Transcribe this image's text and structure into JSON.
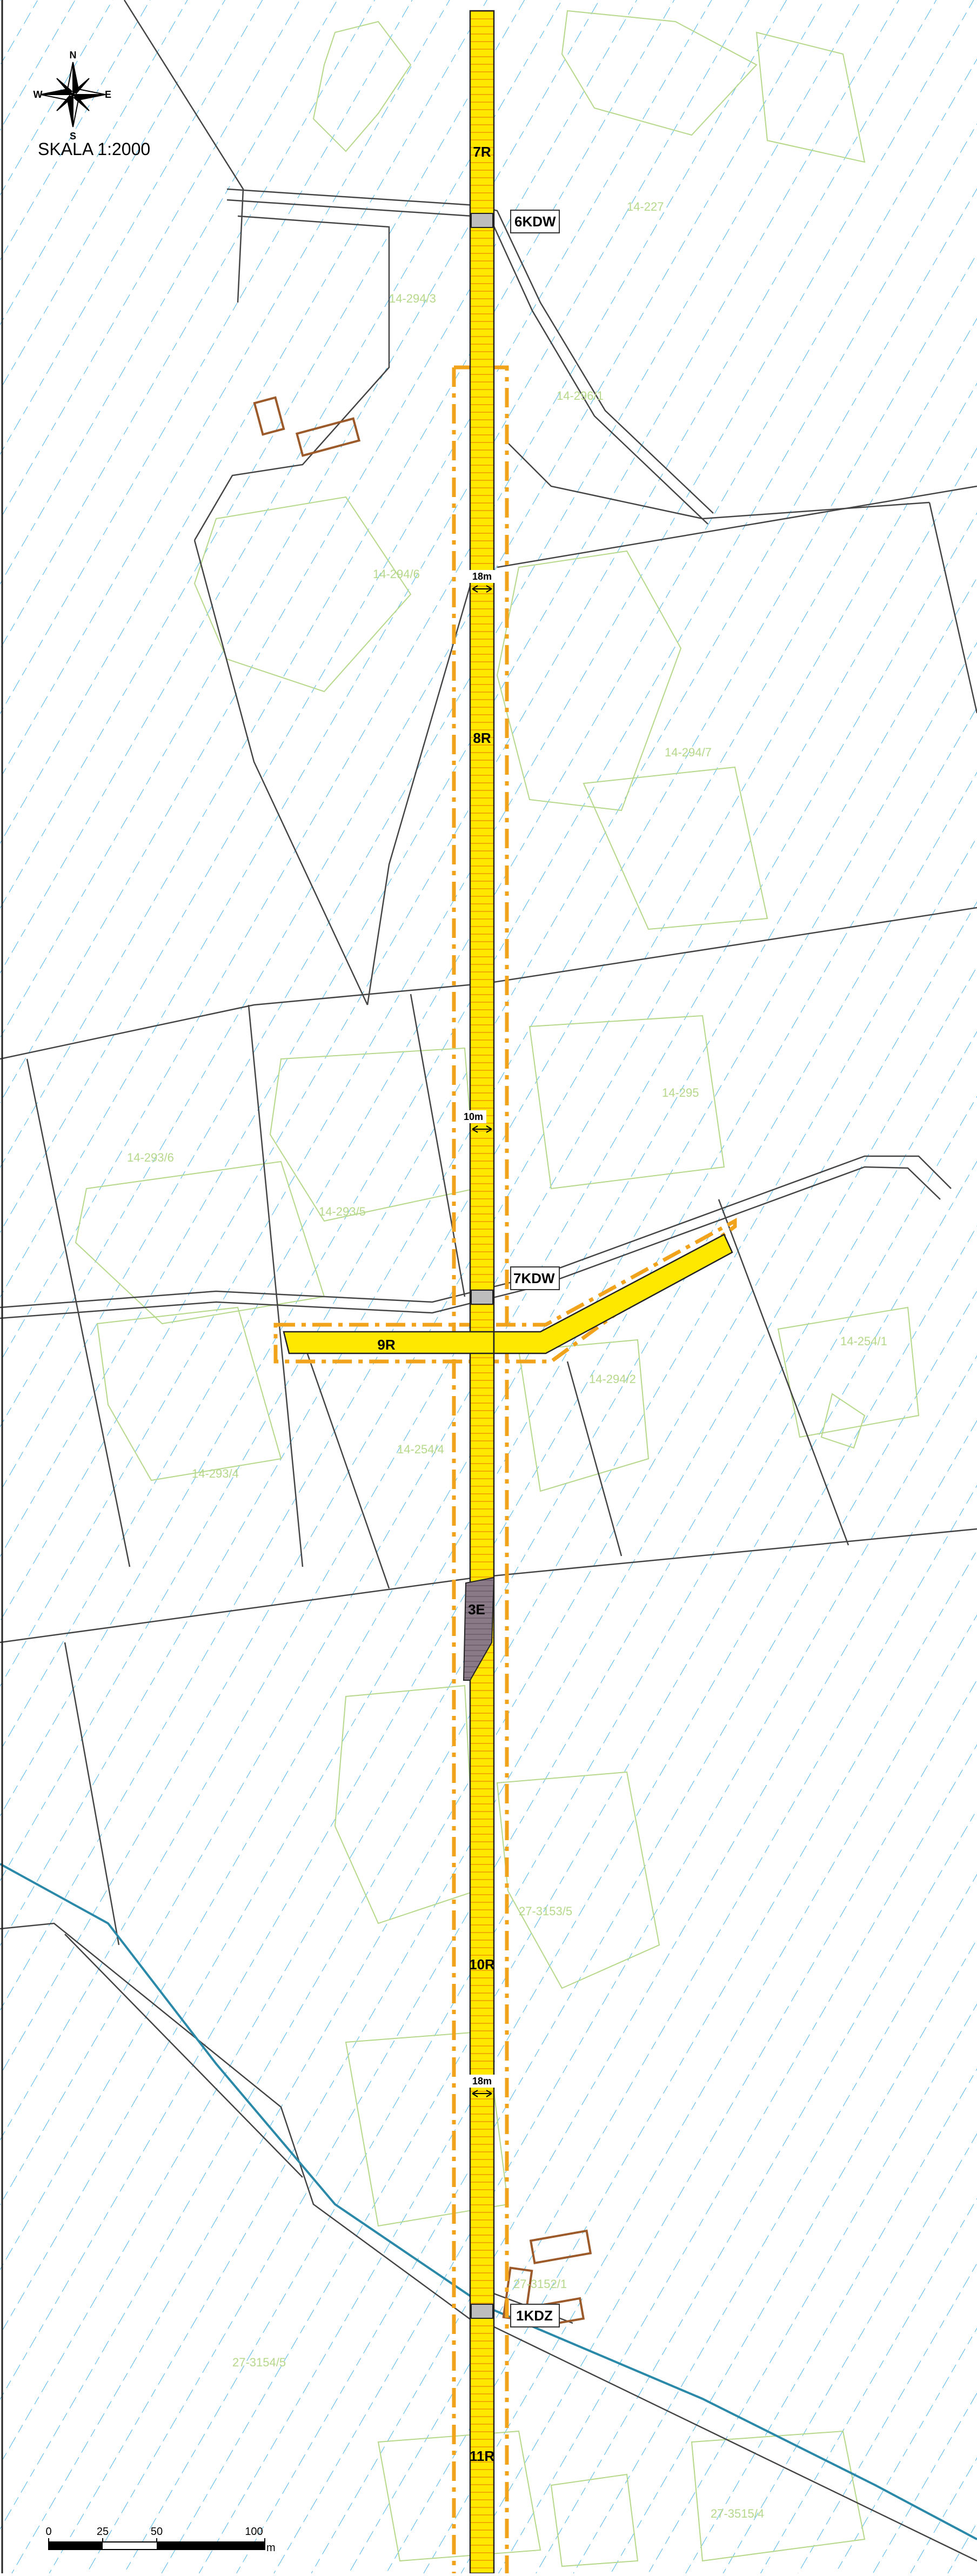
{
  "map": {
    "scale_label": "SKALA 1:2000",
    "compass": {
      "n": "N",
      "s": "S",
      "e": "E",
      "w": "W"
    },
    "scalebar": {
      "ticks": [
        "0",
        "25",
        "50",
        "100"
      ],
      "unit": "m"
    },
    "zone_labels": {
      "r7": "7R",
      "kdw6": "6KDW",
      "r8": "8R",
      "kdw7": "7KDW",
      "r9": "9R",
      "e3": "3E",
      "r10": "10R",
      "kdz1": "1KDZ",
      "r11": "11R"
    },
    "dimensions": {
      "d1": "18m",
      "d2": "10m",
      "d3": "18m"
    },
    "parcels": [
      "14-227",
      "14-294/3",
      "14-296/1",
      "14-294/6",
      "14-294/7",
      "14-295",
      "14-293/6",
      "14-293/5",
      "14-294/2",
      "14-293/4",
      "14-254/4",
      "14-254/1",
      "27-3153/5",
      "27-3152/1",
      "27-3154/5",
      "27-3515/4"
    ],
    "colors": {
      "road_fill": "#ffe800",
      "road_hatch": "#f2a900",
      "boundary_dash": "#f2a31c",
      "hatch_blue": "#2aa6e6",
      "parcel_green": "#b6d88a",
      "building_brown": "#9c5a2a",
      "utility_zone": "#8a7a88",
      "river": "#2a88a8"
    }
  }
}
